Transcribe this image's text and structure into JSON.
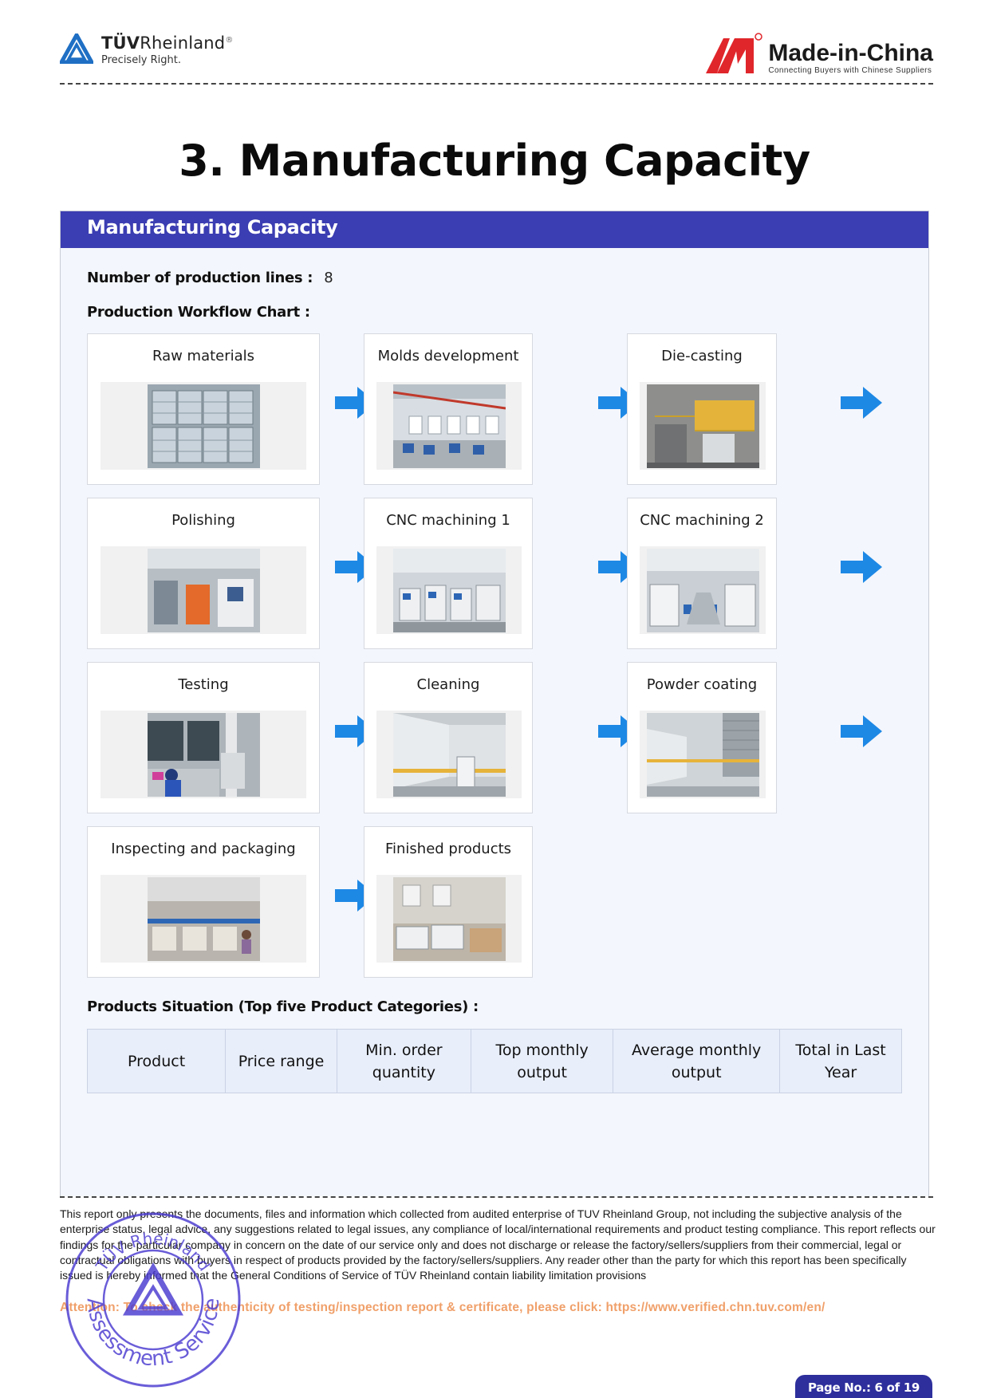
{
  "header": {
    "tuv_brand_bold": "TÜV",
    "tuv_brand_rest": "Rheinland",
    "tuv_reg": "®",
    "tuv_tagline": "Precisely Right.",
    "mic_name": "Made-in-China",
    "mic_tagline": "Connecting Buyers with Chinese Suppliers",
    "tuv_blue": "#1f6fc4",
    "mic_red": "#e0262b"
  },
  "page_title": "3. Manufacturing Capacity",
  "section": {
    "title": "Manufacturing Capacity",
    "production_lines_label": "Number of production lines :",
    "production_lines_value": "8",
    "workflow_label": "Production Workflow Chart :",
    "steps": [
      {
        "label": "Raw materials",
        "icon": "raw-materials-photo"
      },
      {
        "label": "Molds development",
        "icon": "molds-development-photo"
      },
      {
        "label": "Die-casting",
        "icon": "die-casting-photo"
      },
      {
        "label": "Polishing",
        "icon": "polishing-photo"
      },
      {
        "label": "CNC machining 1",
        "icon": "cnc-machining-1-photo"
      },
      {
        "label": "CNC machining 2",
        "icon": "cnc-machining-2-photo"
      },
      {
        "label": "Testing",
        "icon": "testing-photo"
      },
      {
        "label": "Cleaning",
        "icon": "cleaning-photo"
      },
      {
        "label": "Powder coating",
        "icon": "powder-coating-photo"
      },
      {
        "label": "Inspecting and packaging",
        "icon": "inspecting-packaging-photo"
      },
      {
        "label": "Finished products",
        "icon": "finished-products-photo"
      }
    ],
    "arrow_color": "#1e88e5",
    "products_label": "Products Situation (Top five Product Categories) :",
    "table_headers": [
      "Product",
      "Price range",
      "Min. order quantity",
      "Top monthly output",
      "Average monthly output",
      "Total in Last Year"
    ],
    "header_color": "#3b3db2"
  },
  "footer": {
    "disclaimer": "This report only presents the documents, files and information which collected from audited enterprise of TUV Rheinland Group, not including the subjective analysis of the enterprise status, legal advice, any suggestions related to legal issues, any compliance of local/international requirements and product testing compliance. This report reflects our findings for the particular company in concern on the date of our service only and does not discharge or release the factory/sellers/suppliers from their commercial, legal or contractual obligations with buyers in respect of products provided by the factory/sellers/suppliers. Any reader other than the party for which this report has been specifically issued is hereby informed that the General Conditions of Service of TÜV Rheinland contain liability limitation provisions",
    "attention": "Attention: To check the authenticity of testing/inspection report & certificate, please click:  https://www.verified.chn.tuv.com/en/",
    "stamp_text_top": "TÜV Rheinland",
    "stamp_text_bottom": "Assessment Service",
    "page_number": "Page No.: 6 of 19"
  }
}
